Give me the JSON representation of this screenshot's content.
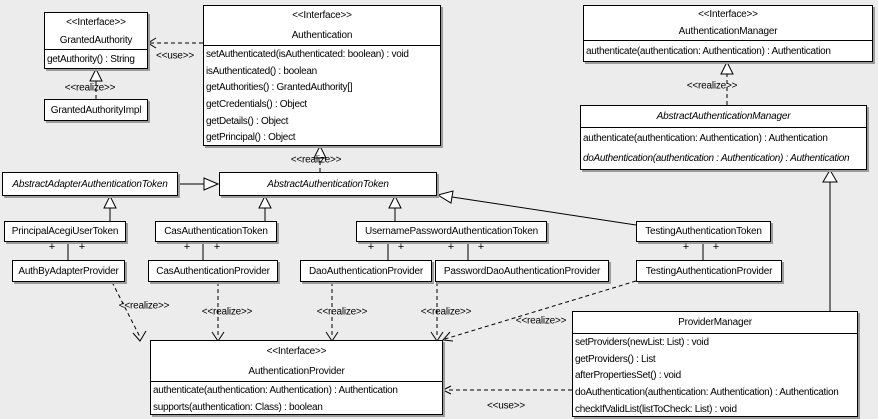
{
  "diagram": {
    "background_color": "#ececec",
    "box_fill_color": "#ffffff",
    "line_color": "#000000",
    "shadow_color": "#9c9c9c"
  },
  "classes": {
    "granted_authority": {
      "stereotype": "<<Interface>>",
      "name": "GrantedAuthority",
      "methods": [
        "getAuthority() : String"
      ]
    },
    "granted_authority_impl": {
      "name": "GrantedAuthorityImpl"
    },
    "authentication": {
      "stereotype": "<<Interface>>",
      "name": "Authentication",
      "methods": [
        "setAuthenticated(isAuthenticated: boolean) : void",
        "isAuthenticated() : boolean",
        "getAuthorities() : GrantedAuthority[]",
        "getCredentials() : Object",
        "getDetails() : Object",
        "getPrincipal() : Object"
      ]
    },
    "authentication_manager": {
      "stereotype": "<<Interface>>",
      "name": "AuthenticationManager",
      "methods": [
        "authenticate(authentication: Authentication) : Authentication"
      ]
    },
    "abstract_authentication_manager": {
      "name": "AbstractAuthenticationManager",
      "methods": [
        "authenticate(authentication: Authentication) : Authentication",
        "doAuthentication(authentication : Authentication) : Authentication"
      ]
    },
    "abstract_adapter_authentication_token": {
      "name": "AbstractAdapterAuthenticationToken"
    },
    "abstract_authentication_token": {
      "name": "AbstractAuthenticationToken"
    },
    "principal_acegi_user_token": {
      "name": "PrincipalAcegiUserToken"
    },
    "cas_authentication_token": {
      "name": "CasAuthenticationToken"
    },
    "username_password_authentication_token": {
      "name": "UsernamePasswordAuthenticationToken"
    },
    "testing_authentication_token": {
      "name": "TestingAuthenticationToken"
    },
    "auth_by_adapter_provider": {
      "name": "AuthByAdapterProvider"
    },
    "cas_authentication_provider": {
      "name": "CasAuthenticationProvider"
    },
    "dao_authentication_provider": {
      "name": "DaoAuthenticationProvider"
    },
    "password_dao_authentication_provider": {
      "name": "PasswordDaoAuthenticationProvider"
    },
    "testing_authentication_provider": {
      "name": "TestingAuthenticationProvider"
    },
    "authentication_provider": {
      "stereotype": "<<Interface>>",
      "name": "AuthenticationProvider",
      "methods": [
        "authenticate(authentication: Authentication) : Authentication",
        "supports(authentication: Class) : boolean"
      ]
    },
    "provider_manager": {
      "name": "ProviderManager",
      "methods": [
        "setProviders(newList: List) : void",
        "getProviders() : List",
        "afterPropertiesSet() : void",
        "doAuthentication(authentication: Authentication) : Authentication",
        "checkIfValidList(listToCheck: List) : void"
      ]
    }
  },
  "edge_labels": {
    "use_top": "<<use>>",
    "realize_granted": "<<realize>>",
    "realize_token": "<<realize>>",
    "realize_manager": "<<realize>>",
    "realize_auth_by_adapter": "<<realize>>",
    "realize_cas": "<<realize>>",
    "realize_dao": "<<realize>>",
    "realize_password_dao": "<<realize>>",
    "realize_testing": "<<realize>>",
    "use_provider": "<<use>>"
  },
  "association_plus": "+"
}
